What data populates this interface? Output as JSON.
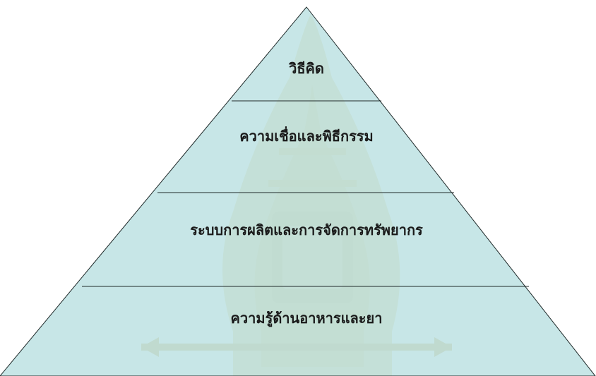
{
  "pyramid": {
    "levels": [
      {
        "label": "วิธีคิด"
      },
      {
        "label": "ความเชื่อและพิธีกรรม"
      },
      {
        "label": "ระบบการผลิตและการจัดการทรัพยากร"
      },
      {
        "label": "ความรู้ด้านอาหารและยา"
      }
    ]
  },
  "colors": {
    "fill": "#bfe3e4",
    "stroke": "#1f2a2a",
    "text": "#1a1a1a",
    "watermark": "#d9b24a",
    "watermark_dark": "#c8993a"
  },
  "watermark": {
    "description_icon": "university-seal-watermark-icon"
  }
}
